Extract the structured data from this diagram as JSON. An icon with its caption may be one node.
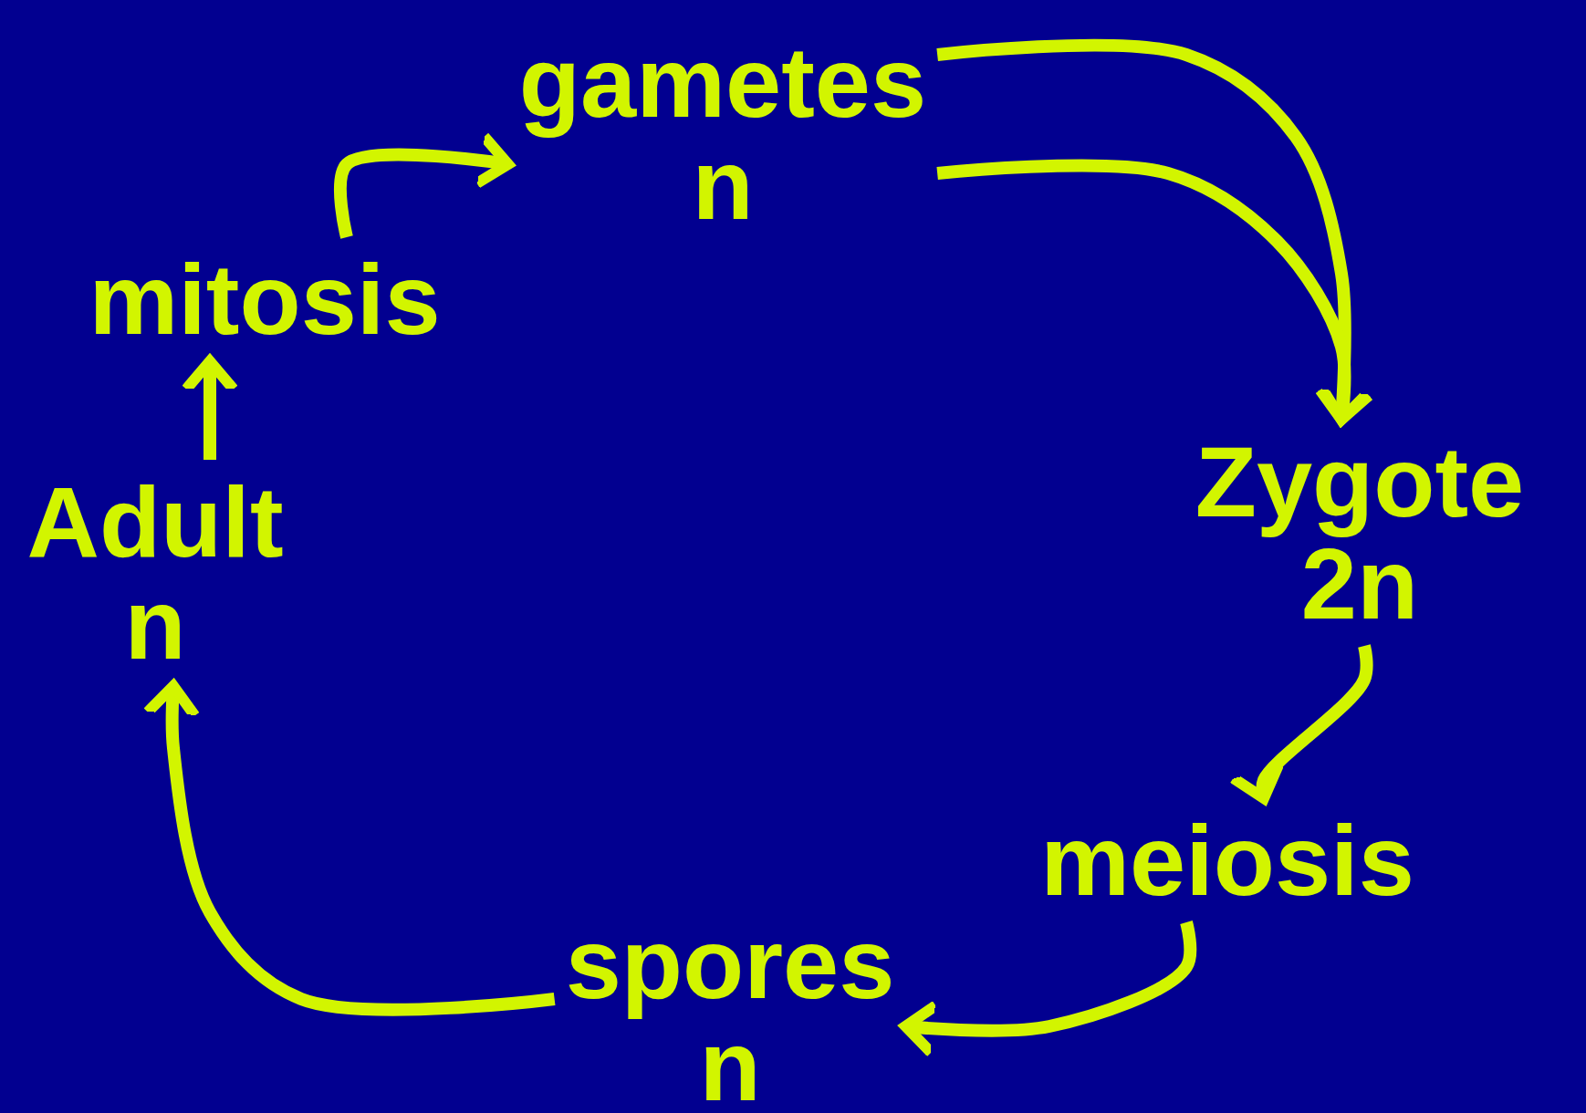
{
  "diagram": {
    "nodes": [
      {
        "text": [
          "gametes",
          "n"
        ]
      },
      {
        "text": [
          "Zygote",
          "2n"
        ]
      },
      {
        "text": [
          "meiosis"
        ]
      },
      {
        "text": [
          "spores",
          "n"
        ]
      },
      {
        "text": [
          "Adult",
          "n"
        ]
      },
      {
        "text": [
          "mitosis"
        ]
      }
    ],
    "edges": [
      {
        "from": 0,
        "to": 1,
        "arrow": "to"
      },
      {
        "from": 0,
        "to": 1,
        "arrow": "to"
      },
      {
        "from": 1,
        "to": 2,
        "arrow": "to"
      },
      {
        "from": 2,
        "to": 3,
        "arrow": "to"
      },
      {
        "from": 3,
        "to": 4,
        "arrow": "to"
      },
      {
        "from": 4,
        "to": 5,
        "arrow": "to"
      },
      {
        "from": 5,
        "to": 0,
        "arrow": "to"
      }
    ]
  }
}
